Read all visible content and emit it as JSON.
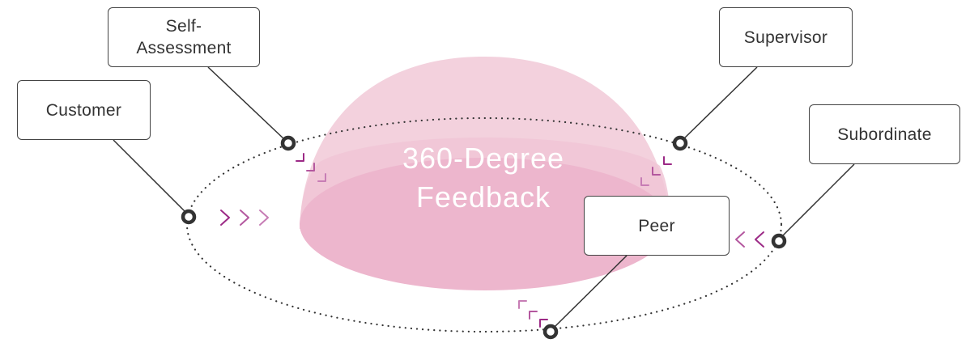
{
  "diagram": {
    "center_title": "360-Degree\nFeedback",
    "sources": [
      {
        "id": "self",
        "label": "Self-\nAssessment"
      },
      {
        "id": "customer",
        "label": "Customer"
      },
      {
        "id": "supervisor",
        "label": "Supervisor"
      },
      {
        "id": "subordinate",
        "label": "Subordinate"
      },
      {
        "id": "peer",
        "label": "Peer"
      }
    ]
  },
  "colors": {
    "dome_top": "#f3d1dd",
    "dome_side": "#f0c2d3",
    "dome_base": "#ecb3cb",
    "arrow_accent": "#9c2a86",
    "line": "#333333",
    "dot_ring": "#333333"
  }
}
